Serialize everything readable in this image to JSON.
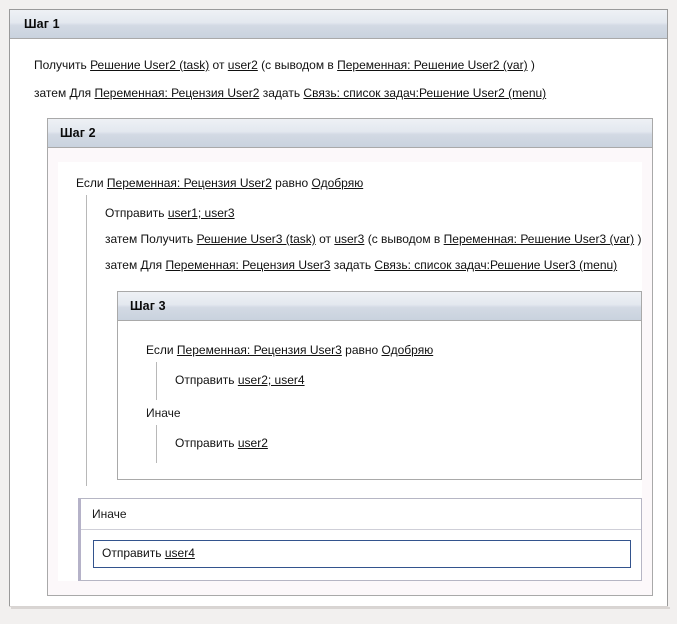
{
  "theme": {
    "accent_selected_border": "#33538d",
    "panel_border": "#a9a9a9",
    "header_gradient_top": "#eef1f5",
    "header_gradient_bottom": "#c9d2de",
    "page_background": "#f2f0ef",
    "step2_background": "#fcf8fa",
    "else_box_accent": "#b5b2c8",
    "text_color": "#1a1a1a"
  },
  "step1": {
    "title": "Шаг 1",
    "statements": [
      {
        "id": "s1-получить",
        "parts": [
          {
            "t": "Получить ",
            "link": false
          },
          {
            "t": "Решение User2 (task)",
            "link": true
          },
          {
            "t": " от ",
            "link": false
          },
          {
            "t": "user2",
            "link": true
          },
          {
            "t": " (с выводом в ",
            "link": false
          },
          {
            "t": "Переменная: Решение User2 (var)",
            "link": true
          },
          {
            "t": " )",
            "link": false
          }
        ]
      },
      {
        "id": "s1-задать",
        "parts": [
          {
            "t": "затем Для ",
            "link": false
          },
          {
            "t": "Переменная: Рецензия User2",
            "link": true
          },
          {
            "t": " задать ",
            "link": false
          },
          {
            "t": "Связь: список задач:Решение User2 (menu)",
            "link": true
          }
        ]
      }
    ]
  },
  "step2": {
    "title": "Шаг 2",
    "if_condition": {
      "id": "s2-if",
      "parts": [
        {
          "t": "Если ",
          "link": false
        },
        {
          "t": "Переменная: Рецензия User2",
          "link": true
        },
        {
          "t": " равно ",
          "link": false
        },
        {
          "t": "Одобряю",
          "link": true
        }
      ]
    },
    "if_statements": [
      {
        "id": "s2-отправить",
        "parts": [
          {
            "t": "Отправить ",
            "link": false
          },
          {
            "t": "user1; user3",
            "link": true
          }
        ]
      },
      {
        "id": "s2-получить",
        "parts": [
          {
            "t": "затем Получить ",
            "link": false
          },
          {
            "t": "Решение User3 (task)",
            "link": true
          },
          {
            "t": " от ",
            "link": false
          },
          {
            "t": "user3",
            "link": true
          },
          {
            "t": " (с выводом в ",
            "link": false
          },
          {
            "t": "Переменная: Решение User3 (var)",
            "link": true
          },
          {
            "t": " )",
            "link": false
          }
        ]
      },
      {
        "id": "s2-задать",
        "parts": [
          {
            "t": "затем Для ",
            "link": false
          },
          {
            "t": "Переменная: Рецензия User3",
            "link": true
          },
          {
            "t": " задать ",
            "link": false
          },
          {
            "t": "Связь: список задач:Решение User3 (menu)",
            "link": true
          }
        ]
      }
    ],
    "else_label": "Иначе",
    "else_statement": {
      "id": "s2-else-отправить",
      "selected": true,
      "parts": [
        {
          "t": "Отправить ",
          "link": false
        },
        {
          "t": "user4",
          "link": true
        }
      ]
    }
  },
  "step3": {
    "title": "Шаг 3",
    "if_condition": {
      "id": "s3-if",
      "parts": [
        {
          "t": "Если ",
          "link": false
        },
        {
          "t": "Переменная: Рецензия User3",
          "link": true
        },
        {
          "t": " равно ",
          "link": false
        },
        {
          "t": "Одобряю",
          "link": true
        }
      ]
    },
    "if_statements": [
      {
        "id": "s3-отправить",
        "parts": [
          {
            "t": "Отправить ",
            "link": false
          },
          {
            "t": "user2; user4",
            "link": true
          }
        ]
      }
    ],
    "else_label": "Иначе",
    "else_statements": [
      {
        "id": "s3-else-отправить",
        "parts": [
          {
            "t": "Отправить ",
            "link": false
          },
          {
            "t": "user2",
            "link": true
          }
        ]
      }
    ]
  }
}
